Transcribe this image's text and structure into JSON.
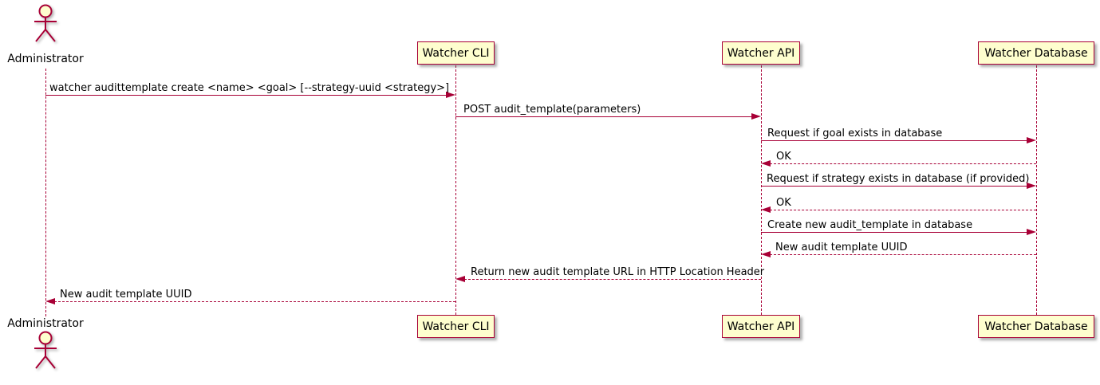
{
  "diagram_type": "uml-sequence",
  "actor": {
    "name": "Administrator"
  },
  "participants": [
    {
      "label": "Watcher CLI"
    },
    {
      "label": "Watcher API"
    },
    {
      "label": "Watcher Database"
    }
  ],
  "messages": [
    {
      "from": "Administrator",
      "to": "Watcher CLI",
      "style": "solid",
      "label": "watcher audittemplate create <name> <goal> [--strategy-uuid <strategy>]"
    },
    {
      "from": "Watcher CLI",
      "to": "Watcher API",
      "style": "solid",
      "label": "POST audit_template(parameters)"
    },
    {
      "from": "Watcher API",
      "to": "Watcher Database",
      "style": "solid",
      "label": "Request if goal exists in database"
    },
    {
      "from": "Watcher Database",
      "to": "Watcher API",
      "style": "dashed",
      "label": "OK"
    },
    {
      "from": "Watcher API",
      "to": "Watcher Database",
      "style": "solid",
      "label": "Request if strategy exists in database (if provided)"
    },
    {
      "from": "Watcher Database",
      "to": "Watcher API",
      "style": "dashed",
      "label": "OK"
    },
    {
      "from": "Watcher API",
      "to": "Watcher Database",
      "style": "solid",
      "label": "Create new audit_template in database"
    },
    {
      "from": "Watcher Database",
      "to": "Watcher API",
      "style": "dashed",
      "label": "New audit template UUID"
    },
    {
      "from": "Watcher API",
      "to": "Watcher CLI",
      "style": "dashed",
      "label": "Return new audit template URL in HTTP Location Header"
    },
    {
      "from": "Watcher CLI",
      "to": "Administrator",
      "style": "dashed",
      "label": "New audit template UUID"
    }
  ],
  "colors": {
    "line": "#A80036",
    "box_fill": "#FEFECE",
    "text": "#000000",
    "background": "#FFFFFF"
  }
}
